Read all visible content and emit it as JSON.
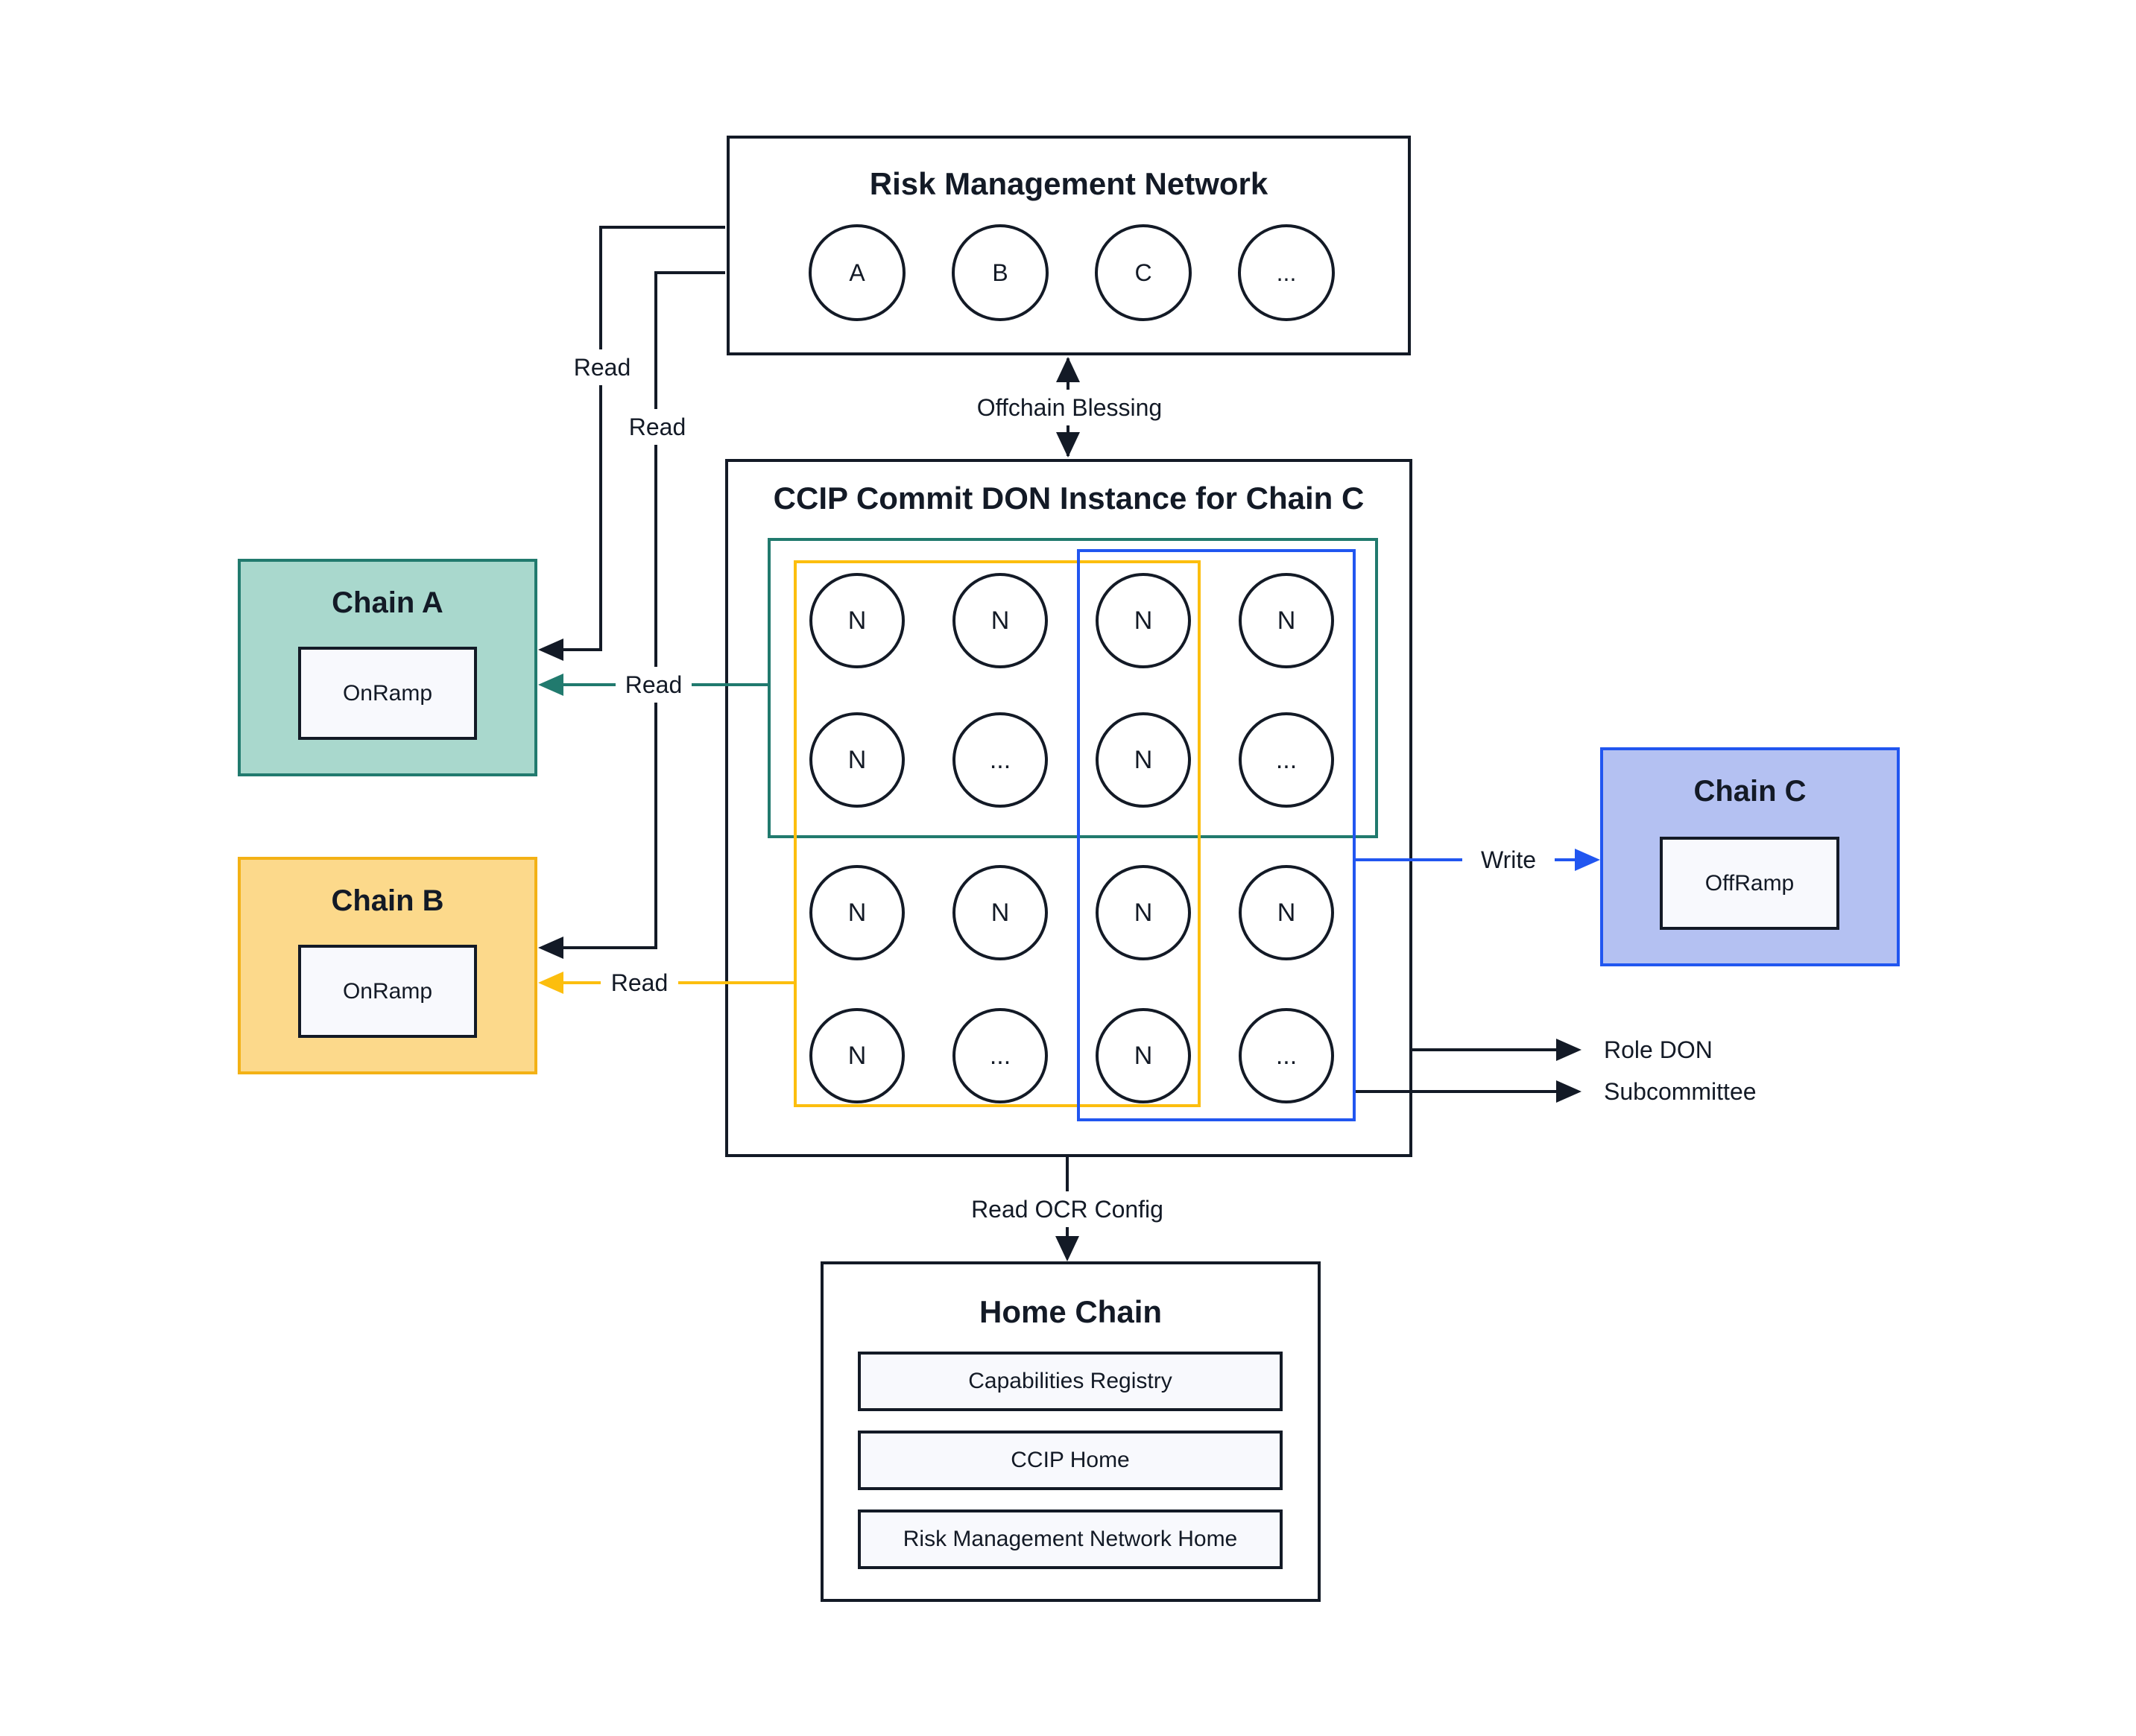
{
  "colors": {
    "ink": "#131a26",
    "teal": "#217a6e",
    "teal_fill": "#a9d8cd",
    "amber": "#f3b115",
    "amber_bright": "#fcbe0e",
    "amber_fill": "#fcd98b",
    "blue": "#2156f0",
    "blue_fill": "#b4c1f2",
    "panel_fill": "#f8f9fd",
    "background": "#ffffff"
  },
  "rmn": {
    "title": "Risk Management Network",
    "nodes": [
      "A",
      "B",
      "C",
      "..."
    ]
  },
  "don": {
    "title": "CCIP Commit DON Instance for Chain C",
    "nodes": [
      "N",
      "N",
      "N",
      "N",
      "N",
      "...",
      "N",
      "...",
      "N",
      "N",
      "N",
      "N",
      "N",
      "...",
      "N",
      "..."
    ]
  },
  "chain_a": {
    "title": "Chain A",
    "contract": "OnRamp"
  },
  "chain_b": {
    "title": "Chain B",
    "contract": "OnRamp"
  },
  "chain_c": {
    "title": "Chain C",
    "contract": "OffRamp"
  },
  "home_chain": {
    "title": "Home Chain",
    "contracts": [
      "Capabilities Registry",
      "CCIP Home",
      "Risk Management Network Home"
    ]
  },
  "edges": {
    "offchain_blessing": "Offchain Blessing",
    "read": "Read",
    "write": "Write",
    "read_ocr_config": "Read OCR Config",
    "role_don": "Role DON",
    "subcommittee": "Subcommittee"
  }
}
